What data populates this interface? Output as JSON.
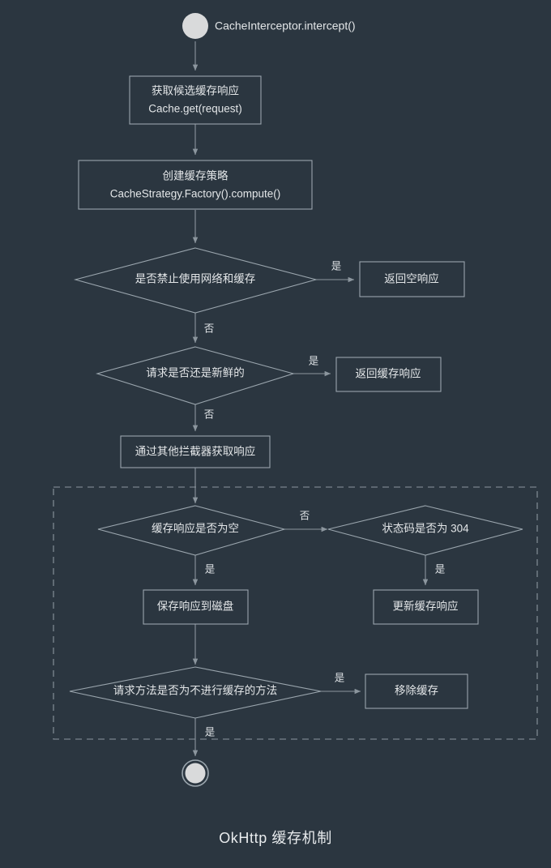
{
  "diagram": {
    "title": "OkHttp 缓存机制",
    "background_color": "#2b3640",
    "stroke_color": "#9aa5ad",
    "text_color": "#e3e6e8",
    "type": "flowchart",
    "orientation": "top-down"
  },
  "start": {
    "node_name": "start-terminal",
    "caption": "CacheInterceptor.intercept()"
  },
  "end": {
    "node_name": "end-terminal",
    "caption": ""
  },
  "nodes": {
    "get_candidate": {
      "line1": "获取候选缓存响应",
      "line2": "Cache.get(request)"
    },
    "create_strategy": {
      "line1": "创建缓存策略",
      "line2": "CacheStrategy.Factory().compute()"
    },
    "forbid_decision": {
      "label": "是否禁止使用网络和缓存"
    },
    "return_empty": {
      "label": "返回空响应"
    },
    "fresh_decision": {
      "label": "请求是否还是新鲜的"
    },
    "return_cached": {
      "label": "返回缓存响应"
    },
    "other_interceptors": {
      "label": "通过其他拦截器获取响应"
    },
    "cache_empty_decision": {
      "label": "缓存响应是否为空"
    },
    "status_304_decision": {
      "label": "状态码是否为 304"
    },
    "save_to_disk": {
      "label": "保存响应到磁盘"
    },
    "update_cache": {
      "label": "更新缓存响应"
    },
    "method_decision": {
      "label": "请求方法是否为不进行缓存的方法"
    },
    "remove_cache": {
      "label": "移除缓存"
    }
  },
  "edge_labels": {
    "forbid_yes": "是",
    "forbid_no": "否",
    "fresh_yes": "是",
    "fresh_no": "否",
    "cache_empty_no": "否",
    "cache_empty_yes": "是",
    "status_304_yes": "是",
    "method_yes_right": "是",
    "method_yes_down": "是"
  },
  "chart_data": {
    "type": "flowchart",
    "title": "OkHttp 缓存机制",
    "nodes": [
      {
        "id": "start",
        "shape": "circle",
        "text": "CacheInterceptor.intercept()"
      },
      {
        "id": "get_candidate",
        "shape": "rect",
        "text": "获取候选缓存响应 / Cache.get(request)"
      },
      {
        "id": "create_strategy",
        "shape": "rect",
        "text": "创建缓存策略 / CacheStrategy.Factory().compute()"
      },
      {
        "id": "forbid_decision",
        "shape": "diamond",
        "text": "是否禁止使用网络和缓存"
      },
      {
        "id": "return_empty",
        "shape": "rect",
        "text": "返回空响应"
      },
      {
        "id": "fresh_decision",
        "shape": "diamond",
        "text": "请求是否还是新鲜的"
      },
      {
        "id": "return_cached",
        "shape": "rect",
        "text": "返回缓存响应"
      },
      {
        "id": "other_interceptors",
        "shape": "rect",
        "text": "通过其他拦截器获取响应"
      },
      {
        "id": "cache_empty_decision",
        "shape": "diamond",
        "text": "缓存响应是否为空"
      },
      {
        "id": "status_304_decision",
        "shape": "diamond",
        "text": "状态码是否为 304"
      },
      {
        "id": "save_to_disk",
        "shape": "rect",
        "text": "保存响应到磁盘"
      },
      {
        "id": "update_cache",
        "shape": "rect",
        "text": "更新缓存响应"
      },
      {
        "id": "method_decision",
        "shape": "diamond",
        "text": "请求方法是否为不进行缓存的方法"
      },
      {
        "id": "remove_cache",
        "shape": "rect",
        "text": "移除缓存"
      },
      {
        "id": "end",
        "shape": "double-circle",
        "text": ""
      }
    ],
    "edges": [
      {
        "from": "start",
        "to": "get_candidate",
        "label": ""
      },
      {
        "from": "get_candidate",
        "to": "create_strategy",
        "label": ""
      },
      {
        "from": "create_strategy",
        "to": "forbid_decision",
        "label": ""
      },
      {
        "from": "forbid_decision",
        "to": "return_empty",
        "label": "是"
      },
      {
        "from": "forbid_decision",
        "to": "fresh_decision",
        "label": "否"
      },
      {
        "from": "fresh_decision",
        "to": "return_cached",
        "label": "是"
      },
      {
        "from": "fresh_decision",
        "to": "other_interceptors",
        "label": "否"
      },
      {
        "from": "other_interceptors",
        "to": "cache_empty_decision",
        "label": ""
      },
      {
        "from": "cache_empty_decision",
        "to": "status_304_decision",
        "label": "否"
      },
      {
        "from": "cache_empty_decision",
        "to": "save_to_disk",
        "label": "是"
      },
      {
        "from": "status_304_decision",
        "to": "update_cache",
        "label": "是"
      },
      {
        "from": "save_to_disk",
        "to": "method_decision",
        "label": ""
      },
      {
        "from": "method_decision",
        "to": "remove_cache",
        "label": "是"
      },
      {
        "from": "method_decision",
        "to": "end",
        "label": "是"
      }
    ],
    "groups": [
      {
        "id": "cache-write-group",
        "style": "dashed",
        "contains": [
          "cache_empty_decision",
          "status_304_decision",
          "save_to_disk",
          "update_cache",
          "method_decision",
          "remove_cache"
        ]
      }
    ]
  }
}
